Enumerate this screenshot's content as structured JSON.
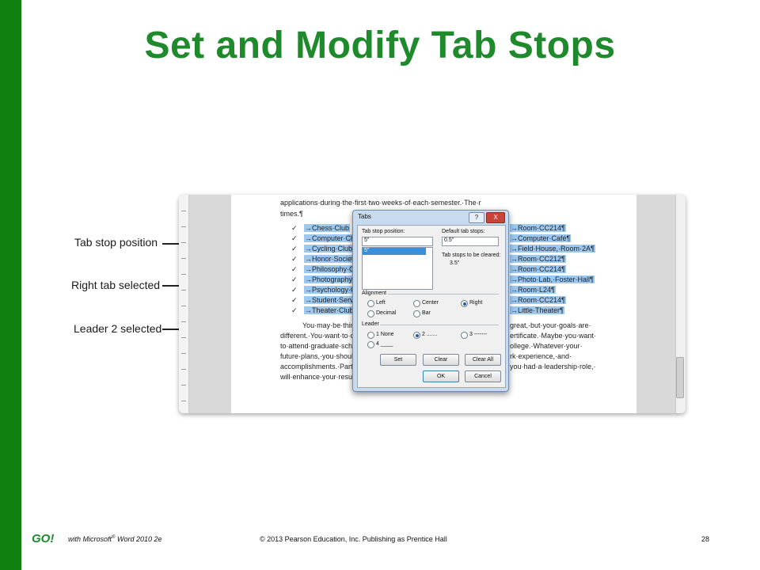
{
  "slide": {
    "title": "Set and Modify Tab Stops",
    "accent_color": "#1f8a2b",
    "bar_color": "#108010"
  },
  "callouts": [
    {
      "label": "Tab stop position"
    },
    {
      "label": "Right tab selected"
    },
    {
      "label": "Leader 2 selected"
    }
  ],
  "document": {
    "top_line": "applications·during·the·first·two·weeks·of·each·semester.·The·r",
    "times": "times.¶",
    "clubs": [
      {
        "name": "→Chess·Club",
        "room": "→Room·CC214¶"
      },
      {
        "name": "→Computer·Club",
        "room": "→Computer·Café¶"
      },
      {
        "name": "→Cycling·Club",
        "room": "→Field·House,·Room·2A¶"
      },
      {
        "name": "→Honor·Society",
        "room": "→Room·CC212¶"
      },
      {
        "name": "→Philosophy·Club",
        "room": "→Room·CC214¶"
      },
      {
        "name": "→Photography·Club",
        "room": "→Photo·Lab,·Foster·Hall¶"
      },
      {
        "name": "→Psychology·Club",
        "room": "→Room·L24¶"
      },
      {
        "name": "→Student·Service·C",
        "room": "→Room·CC214¶"
      },
      {
        "name": "→Theater·Club",
        "room": "→Little·Theater¶"
      }
    ],
    "check": "✓",
    "para": [
      {
        "left": "You·may·be·thinki",
        "right": "great,·but·your·goals·are·"
      },
      {
        "left": "different.·You·want·to·con",
        "right": "ertificate.·Maybe·you·want·"
      },
      {
        "left": "to·attend·graduate·school",
        "right": "ollege.·Whatever·your·"
      },
      {
        "left": "future·plans,·you·should·h",
        "right": "rk·experience,·and·"
      },
      {
        "left": "accomplishments.·Particip",
        "right": "you·had·a·leadership·role,·"
      },
      {
        "left": "will·enhance·your·resume",
        "right": ""
      }
    ]
  },
  "dialog": {
    "title": "Tabs",
    "help": "?",
    "close": "X",
    "tab_stop_position_label": "Tab stop position:",
    "tab_stop_value": "5\"",
    "tab_stop_list_item": "5\"",
    "default_tab_stops_label": "Default tab stops:",
    "default_tab_stops_value": "0.5\"",
    "tab_stops_cleared_label": "Tab stops to be cleared:",
    "tab_stops_cleared_value": "3.5\"",
    "alignment_label": "Alignment",
    "alignment_options": [
      "Left",
      "Center",
      "Right",
      "Decimal",
      "Bar"
    ],
    "alignment_selected": "Right",
    "leader_label": "Leader",
    "leader_options": [
      "1 None",
      "2 .......",
      "3 -------",
      "4 ____"
    ],
    "leader_selected": "2 .......",
    "buttons": {
      "set": "Set",
      "clear": "Clear",
      "clear_all": "Clear All",
      "ok": "OK",
      "cancel": "Cancel"
    }
  },
  "footer": {
    "logo": "GO!",
    "with_text": "with Microsoft",
    "reg": "®",
    "product": "Word 2010 2e",
    "copyright": "© 2013 Pearson Education, Inc. Publishing as Prentice Hall",
    "page_number": "28"
  }
}
